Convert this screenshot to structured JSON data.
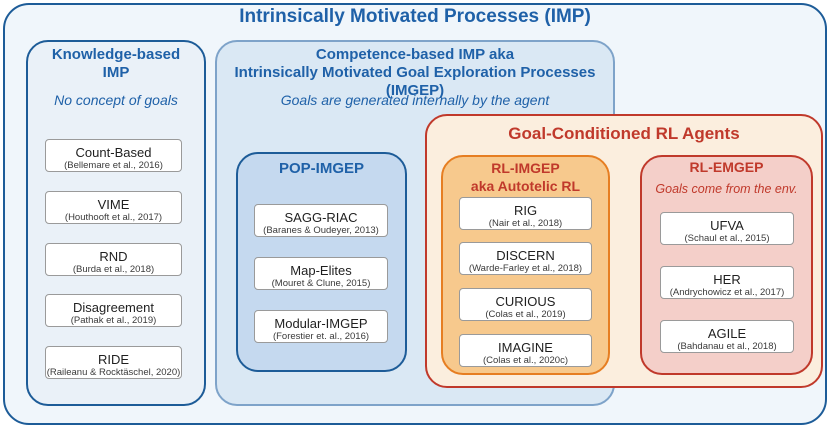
{
  "diagram": {
    "outer": {
      "title": "Intrinsically Motivated Processes (IMP)",
      "colors": {
        "border": "#1d5c98",
        "title": "#1f61a8",
        "fill": "#f0f6fb"
      }
    },
    "knowledge_based": {
      "title_line1": "Knowledge-based",
      "title_line2": "IMP",
      "subtitle": "No concept of goals",
      "items": [
        {
          "name": "Count-Based",
          "ref": "(Bellemare et al., 2016)"
        },
        {
          "name": "VIME",
          "ref": "(Houthooft et al., 2017)"
        },
        {
          "name": "RND",
          "ref": "(Burda et al., 2018)"
        },
        {
          "name": "Disagreement",
          "ref": "(Pathak et al., 2019)"
        },
        {
          "name": "RIDE",
          "ref": "(Raileanu & Rocktäschel,  2020)"
        }
      ]
    },
    "competence_based": {
      "title_line1": "Competence-based IMP aka",
      "title_line2": "Intrinsically Motivated Goal Exploration Processes (IMGEP)",
      "subtitle": "Goals are generated internally by the agent"
    },
    "pop_imgep": {
      "title": "POP-IMGEP",
      "items": [
        {
          "name": "SAGG-RIAC",
          "ref": "(Baranes & Oudeyer, 2013)"
        },
        {
          "name": "Map-Elites",
          "ref": "(Mouret & Clune, 2015)"
        },
        {
          "name": "Modular-IMGEP",
          "ref": "(Forestier et. al., 2016)"
        }
      ]
    },
    "goal_conditioned": {
      "title": "Goal-Conditioned RL Agents",
      "colors": {
        "border": "#c0392b",
        "fill": "#fbeede"
      }
    },
    "rl_imgep": {
      "title_line1": "RL-IMGEP",
      "title_line2": "aka Autotelic RL",
      "items": [
        {
          "name": "RIG",
          "ref": "(Nair et al., 2018)"
        },
        {
          "name": "DISCERN",
          "ref": "(Warde-Farley et al., 2018)"
        },
        {
          "name": "CURIOUS",
          "ref": "(Colas et al., 2019)"
        },
        {
          "name": "IMAGINE",
          "ref": "(Colas et al., 2020c)"
        }
      ]
    },
    "rl_emgep": {
      "title": "RL-EMGEP",
      "subtitle": "Goals come from the env.",
      "items": [
        {
          "name": "UFVA",
          "ref": "(Schaul et al., 2015)"
        },
        {
          "name": "HER",
          "ref": "(Andrychowicz et al., 2017)"
        },
        {
          "name": "AGILE",
          "ref": "(Bahdanau et al., 2018)"
        }
      ]
    }
  }
}
